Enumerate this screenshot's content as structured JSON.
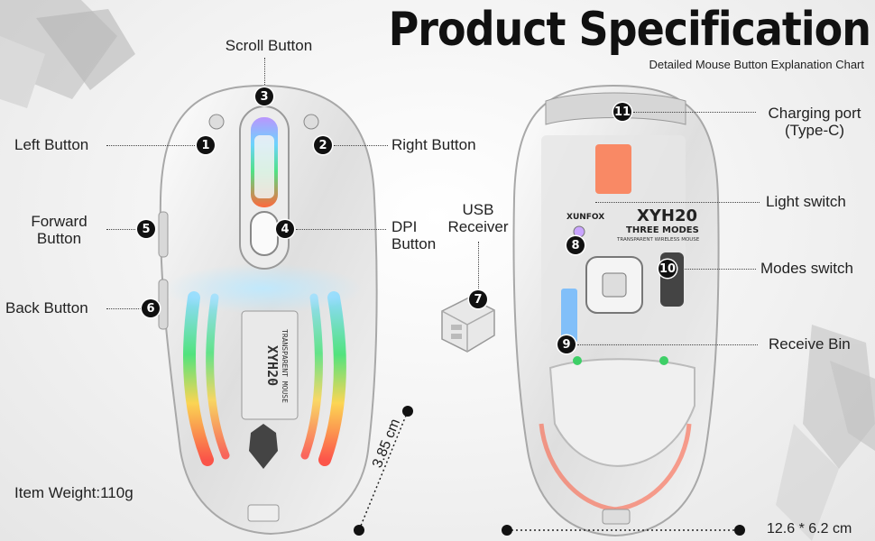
{
  "header": {
    "title": "Product Specification",
    "subtitle": "Detailed Mouse Button Explanation Chart"
  },
  "front_view": {
    "brand_text_1": "TRANSPARENT MOUSE",
    "model_text": "XYH20",
    "labels": [
      {
        "id": "1",
        "text": "Left Button"
      },
      {
        "id": "2",
        "text": "Right Button"
      },
      {
        "id": "3",
        "text": "Scroll Button"
      },
      {
        "id": "4",
        "text": "DPI Button"
      },
      {
        "id": "5",
        "text": "Forward Button"
      },
      {
        "id": "6",
        "text": "Back Button"
      }
    ],
    "weight": "Item Weight:110g",
    "height_dim": "3.85 cm"
  },
  "receiver": {
    "id": "7",
    "text": "USB Receiver"
  },
  "back_view": {
    "brand": "XUNFOX",
    "model": "XYH20",
    "model_sub": "THREE MODES",
    "model_sub2": "TRANSPARENT WIRELESS MOUSE",
    "labels": [
      {
        "id": "8",
        "text": "Light switch"
      },
      {
        "id": "9",
        "text": "Receive Bin"
      },
      {
        "id": "10",
        "text": "Modes switch"
      },
      {
        "id": "11",
        "text": "Charging port (Type-C)"
      }
    ],
    "charging_line2": "(Type-C)",
    "size_dim": "12.6 * 6.2 cm"
  }
}
